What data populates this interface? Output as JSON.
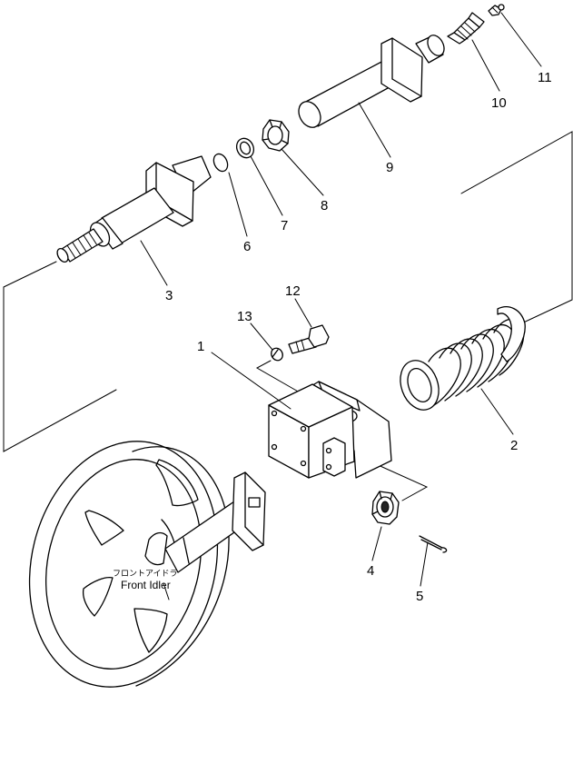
{
  "diagram": {
    "caption_jp": "フロントアイドラ",
    "caption_en": "Front Idler",
    "parts": [
      {
        "id": "1",
        "label": "1"
      },
      {
        "id": "2",
        "label": "2"
      },
      {
        "id": "3",
        "label": "3"
      },
      {
        "id": "4",
        "label": "4"
      },
      {
        "id": "5",
        "label": "5"
      },
      {
        "id": "6",
        "label": "6"
      },
      {
        "id": "7",
        "label": "7"
      },
      {
        "id": "8",
        "label": "8"
      },
      {
        "id": "9",
        "label": "9"
      },
      {
        "id": "10",
        "label": "10"
      },
      {
        "id": "11",
        "label": "11"
      },
      {
        "id": "12",
        "label": "12"
      },
      {
        "id": "13",
        "label": "13"
      }
    ]
  }
}
